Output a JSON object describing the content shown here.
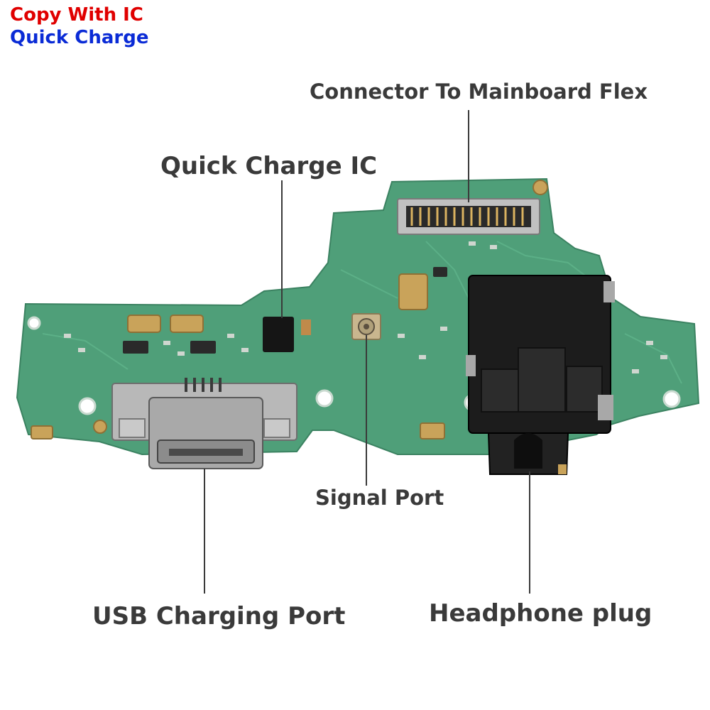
{
  "badges": {
    "line1": "Copy With IC",
    "line2": "Quick Charge"
  },
  "callouts": {
    "connector": "Connector To Mainboard Flex",
    "quick_charge_ic": "Quick Charge IC",
    "signal_port": "Signal Port",
    "usb_port": "USB Charging Port",
    "headphone": "Headphone plug"
  },
  "colors": {
    "badge_red": "#e00000",
    "badge_blue": "#0a2bd6",
    "board_green": "#4f9f79",
    "label_gray": "#3a3a3a"
  }
}
